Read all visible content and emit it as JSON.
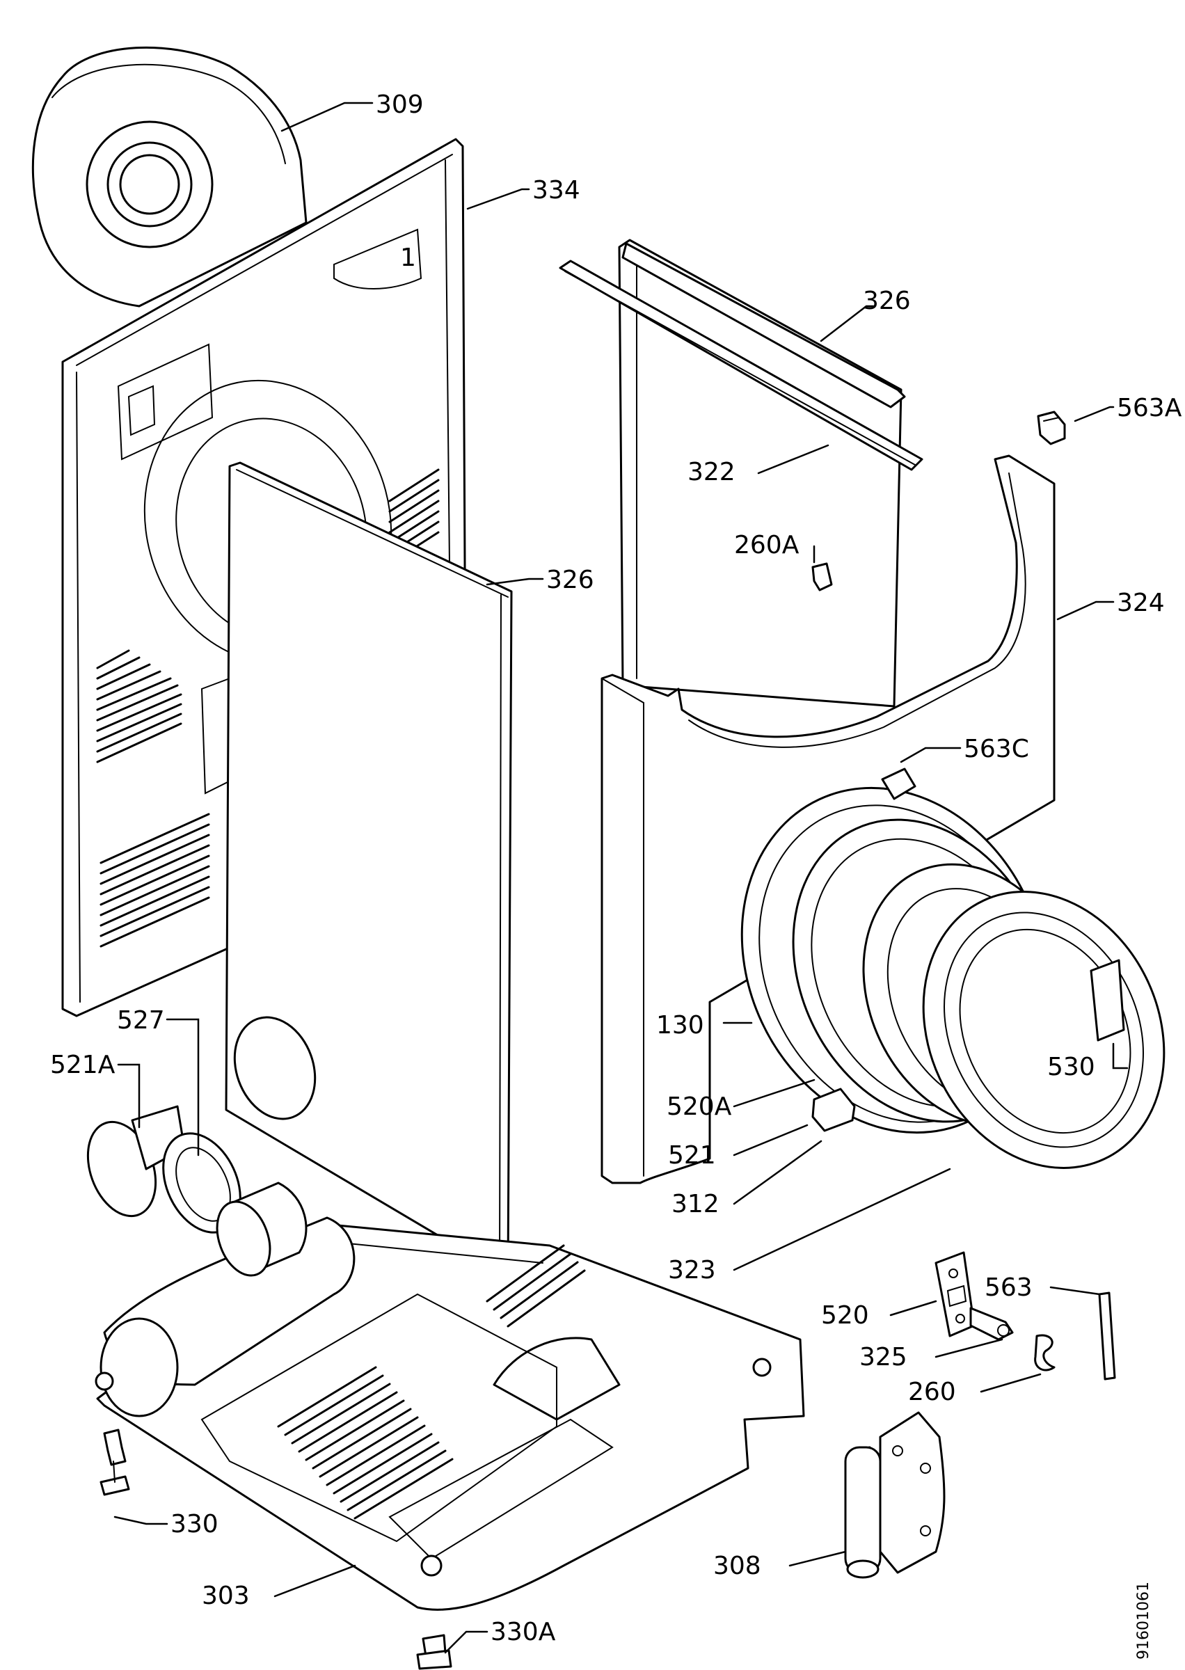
{
  "diagram": {
    "type": "exploded-parts-view",
    "labels": [
      {
        "id": "309",
        "text": "309"
      },
      {
        "id": "334",
        "text": "334"
      },
      {
        "id": "326a",
        "text": "326"
      },
      {
        "id": "563a",
        "text": "563A"
      },
      {
        "id": "322",
        "text": "322"
      },
      {
        "id": "260a",
        "text": "260A"
      },
      {
        "id": "326b",
        "text": "326"
      },
      {
        "id": "324",
        "text": "324"
      },
      {
        "id": "563c",
        "text": "563C"
      },
      {
        "id": "527",
        "text": "527"
      },
      {
        "id": "521a",
        "text": "521A"
      },
      {
        "id": "130",
        "text": "130"
      },
      {
        "id": "530",
        "text": "530"
      },
      {
        "id": "520a",
        "text": "520A"
      },
      {
        "id": "521",
        "text": "521"
      },
      {
        "id": "312",
        "text": "312"
      },
      {
        "id": "323",
        "text": "323"
      },
      {
        "id": "563",
        "text": "563"
      },
      {
        "id": "520",
        "text": "520"
      },
      {
        "id": "325",
        "text": "325"
      },
      {
        "id": "260",
        "text": "260"
      },
      {
        "id": "330",
        "text": "330"
      },
      {
        "id": "303",
        "text": "303"
      },
      {
        "id": "308",
        "text": "308"
      },
      {
        "id": "330a",
        "text": "330A"
      }
    ],
    "document_id": "91601061"
  }
}
